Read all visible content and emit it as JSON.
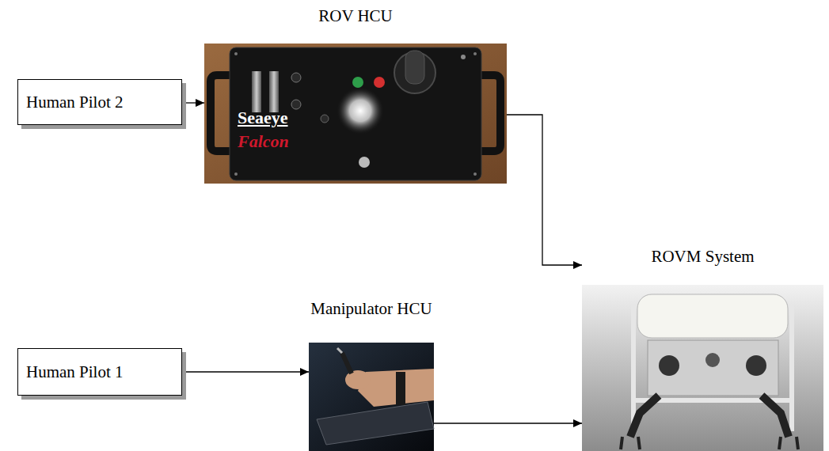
{
  "diagram": {
    "nodes": [
      {
        "text": [
          "ROV HCU"
        ]
      },
      {
        "text": [
          "Human Pilot 2"
        ]
      },
      {
        "text": [
          "ROVM System"
        ]
      },
      {
        "text": [
          "Manipulator HCU"
        ]
      },
      {
        "text": [
          "Human Pilot 1"
        ]
      }
    ],
    "edges": [
      {
        "from": 1,
        "to": 0,
        "arrow": "to"
      },
      {
        "from": 0,
        "to": 2,
        "arrow": "to"
      },
      {
        "from": 4,
        "to": 3,
        "arrow": "to"
      },
      {
        "from": 3,
        "to": 2,
        "arrow": "to"
      }
    ],
    "labels": [
      "Seaeye",
      "Falcon"
    ]
  }
}
